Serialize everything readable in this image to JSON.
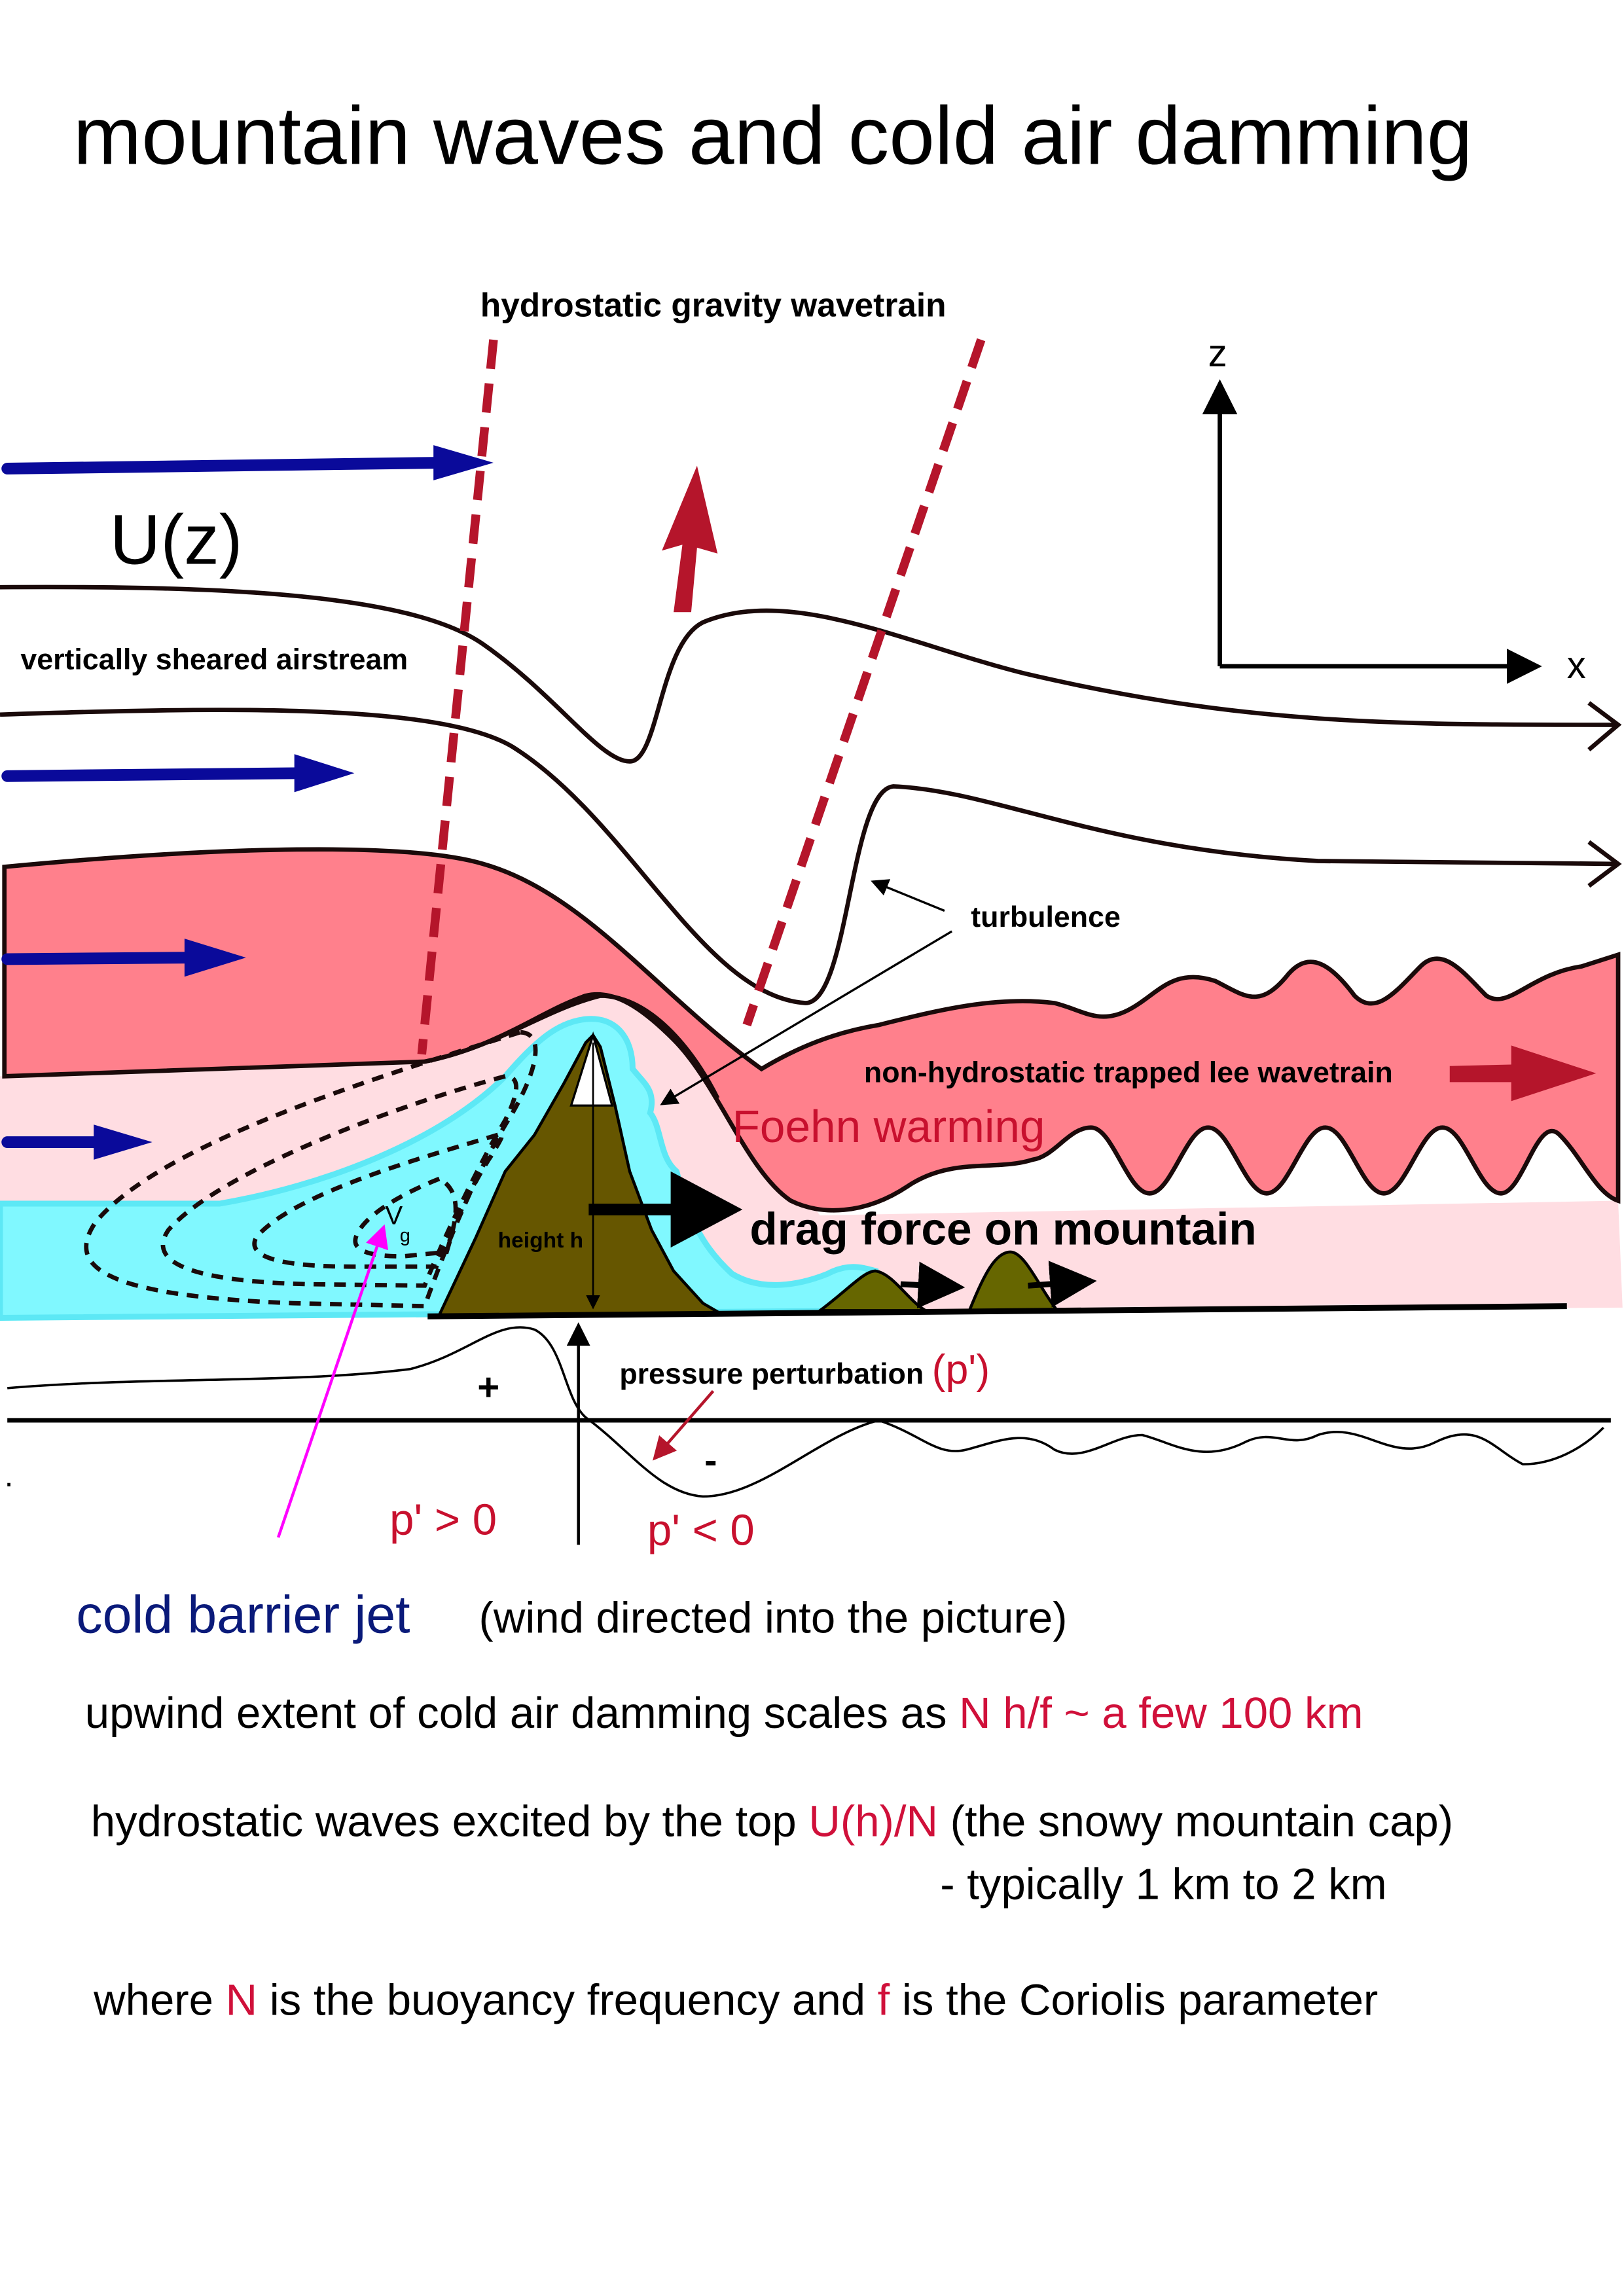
{
  "title": "mountain waves and cold air damming",
  "labels": {
    "gravity_wavetrain": "hydrostatic gravity wavetrain",
    "u_of_z": "U(z)",
    "sheared_airstream": "vertically sheared airstream",
    "turbulence": "turbulence",
    "lee_wavetrain": "non-hydrostatic trapped lee wavetrain",
    "foehn": "Foehn warming",
    "drag": "drag force on mountain",
    "height": "height h",
    "vg_v": "V",
    "vg_g": "g",
    "axis_z": "z",
    "axis_x": "x",
    "pressure": "pressure perturbation",
    "pressure_symbol": "(p')",
    "plus": "+",
    "minus": "-",
    "p_pos": "p' > 0",
    "p_neg": "p' < 0",
    "dot": "."
  },
  "notes": {
    "jet": "cold barrier jet",
    "jet_detail": "(wind directed into the picture)",
    "line1_a": "upwind extent of cold air damming scales as ",
    "line1_b": "N h/f  ~ a few 100 km",
    "line2_a": "hydrostatic waves excited by the top ",
    "line2_b": "U(h)/N",
    "line2_c": " (the snowy mountain cap)",
    "line3": "- typically 1 km to 2 km",
    "line4_a": "where ",
    "line4_b": "N",
    "line4_c": " is the buoyancy frequency and ",
    "line4_d": "f",
    "line4_e": " is the Coriolis parameter"
  },
  "colors": {
    "warm_layer": "#FF808C",
    "light_layer": "#FFDDE2",
    "cold_air": "#80F8FF",
    "mountain": "#665600",
    "hills": "#666600",
    "wind_arrow": "#0A0A9A",
    "wave_red": "#B5152B",
    "jet_text": "#0A1A7A",
    "magenta": "#FF00FF"
  }
}
